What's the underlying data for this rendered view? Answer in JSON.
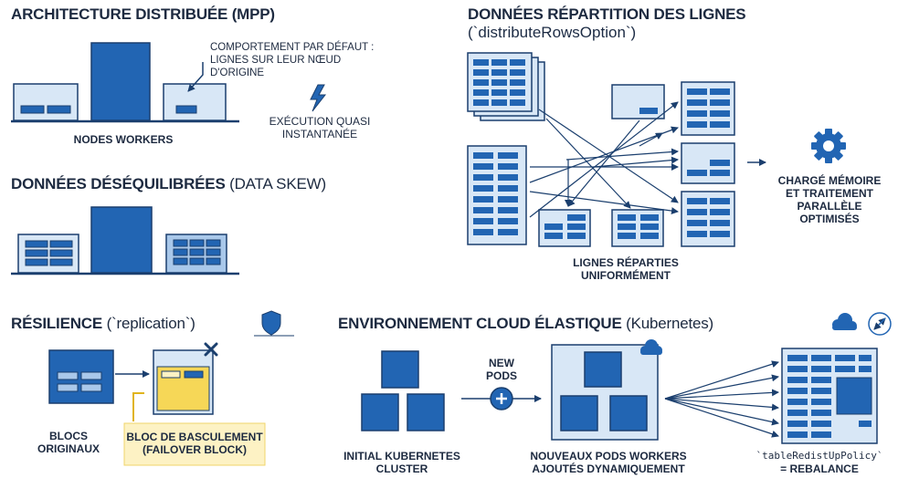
{
  "colors": {
    "primary": "#2265b3",
    "dark": "#1b3f6e",
    "light": "#d8e7f6",
    "mid": "#a9c8ea",
    "highlight": "#f6d757",
    "highlight_bg": "#fdf2c4",
    "text": "#1d2a40"
  },
  "mpp": {
    "title": "ARCHITECTURE DISTRIBUÉE (MPP)",
    "default_note": [
      "COMPORTEMENT PAR DÉFAUT :",
      "LIGNES SUR LEUR NŒUD",
      "D'ORIGINE"
    ],
    "nodes_label": "NODES WORKERS",
    "instant_label": [
      "EXÉCUTION QUASI",
      "INSTANTANÉE"
    ],
    "icons": [
      "lightning-icon"
    ]
  },
  "skew": {
    "title_bold": "DONNÉES DÉSÉQUILIBRÉES",
    "title_normal": "(DATA SKEW)"
  },
  "distribution": {
    "title": "DONNÉES RÉPARTITION DES LIGNES",
    "option": "(`distributeRowsOption`)",
    "rows_label": [
      "LIGNES RÉPARTIES",
      "UNIFORMÉMENT"
    ],
    "result_label": [
      "CHARGÉ MÉMOIRE",
      "ET TRAITEMENT",
      "PARALLÈLE",
      "OPTIMISÉS"
    ],
    "icons": [
      "gear-icon"
    ]
  },
  "resilience": {
    "title_bold": "RÉSILIENCE",
    "title_normal": "(`replication`)",
    "original_label": [
      "BLOCS",
      "ORIGINAUX"
    ],
    "failover_label": [
      "BLOC DE BASCULEMENT",
      "(FAILOVER BLOCK)"
    ],
    "icons": [
      "shield-icon",
      "close-icon"
    ]
  },
  "cloud": {
    "title_bold": "ENVIRONNEMENT CLOUD ÉLASTIQUE",
    "title_normal": "(Kubernetes)",
    "initial_label": [
      "INITIAL KUBERNETES",
      "CLUSTER"
    ],
    "new_pods_label": [
      "NEW",
      "PODS"
    ],
    "workers_label": [
      "NOUVEAUX PODS WORKERS",
      "AJOUTÉS DYNAMIQUEMENT"
    ],
    "rebalance_code": "`tableRedistUpPolicy`",
    "rebalance_label": "= REBALANCE",
    "icons": [
      "cloud-icon",
      "resize-icon",
      "plus-icon"
    ]
  }
}
